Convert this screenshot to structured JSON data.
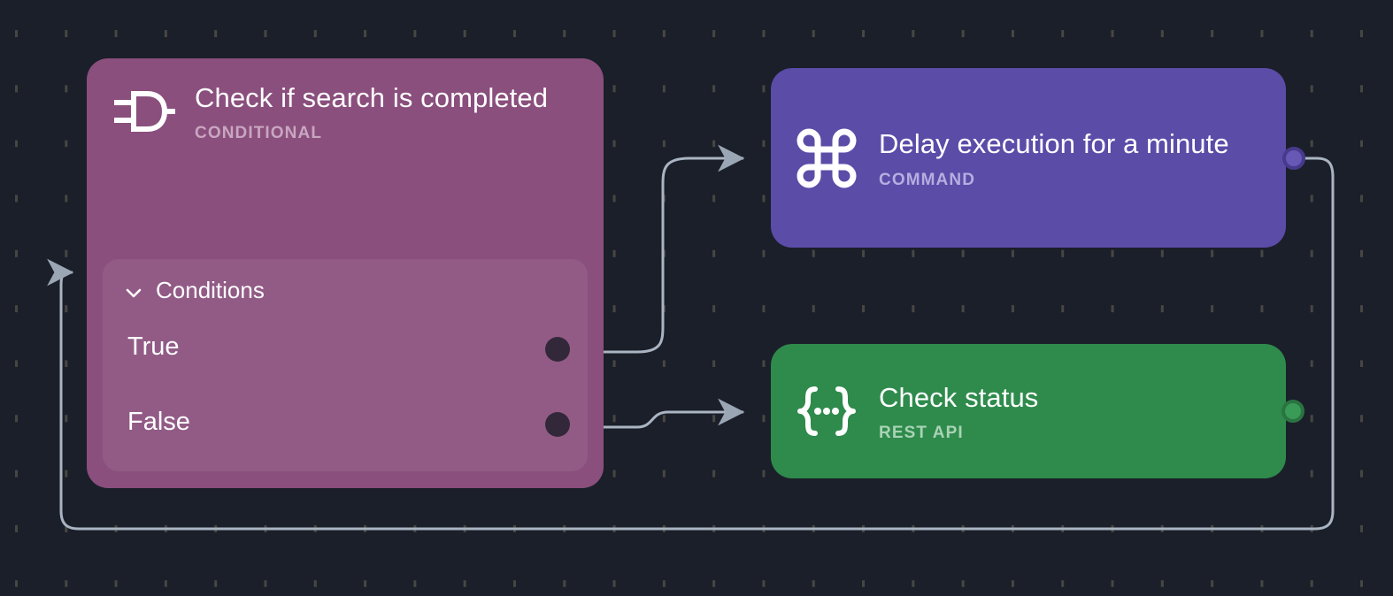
{
  "canvas": {
    "background_color": "#1b1f2a",
    "grid_tick_color": "#4a4a44",
    "edge_color": "#aab4c2"
  },
  "nodes": [
    {
      "id": "conditional",
      "title": "Check if search is completed",
      "type_label": "CONDITIONAL",
      "icon": "logic-gate-icon",
      "color": "#8a4f7d",
      "panel": {
        "header": "Conditions",
        "chevron": "chevron-down-icon",
        "rows": [
          {
            "label": "True",
            "port": "output-port-true"
          },
          {
            "label": "False",
            "port": "output-port-false"
          }
        ]
      }
    },
    {
      "id": "command",
      "title": "Delay execution for a minute",
      "type_label": "COMMAND",
      "icon": "command-key-icon",
      "color": "#5b4ca8",
      "port": "output-port-command"
    },
    {
      "id": "rest",
      "title": "Check status",
      "type_label": "REST API",
      "icon": "json-braces-icon",
      "color": "#2f8b4c",
      "port": "output-port-rest"
    }
  ],
  "edges": [
    {
      "id": "true-to-command",
      "from": "output-port-true",
      "to": "command",
      "arrow": true
    },
    {
      "id": "false-to-rest",
      "from": "output-port-false",
      "to": "rest",
      "arrow": true
    },
    {
      "id": "command-loopback",
      "from": "output-port-command",
      "to": "conditional",
      "arrow": true
    }
  ]
}
